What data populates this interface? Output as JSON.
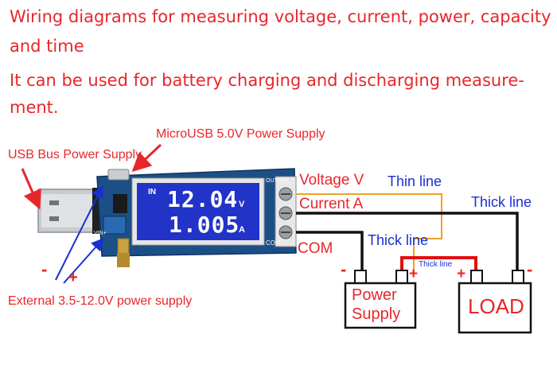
{
  "header": {
    "line1": "Wiring diagrams for measuring voltage, current, power, capacity",
    "line2": "and time",
    "line3": "It can be used for battery charging and discharging measure-",
    "line4": "ment."
  },
  "labels": {
    "microusb": "MicroUSB 5.0V Power Supply",
    "usb_bus": "USB Bus Power Supply",
    "external": "External 3.5-12.0V power supply",
    "ext_minus": "-",
    "ext_plus": "+",
    "voltage_v": "Voltage V",
    "current_a": "Current A",
    "com": "COM",
    "thin_line": "Thin line",
    "thick_line_right": "Thick line",
    "thick_line_mid": "Thick line",
    "thick_line_small": "Thick line"
  },
  "module": {
    "in_label": "IN",
    "voltage": "12.04",
    "voltage_unit": "V",
    "current": "1.005",
    "current_unit": "A",
    "out_label": "OUT+(V)",
    "com_label": "COM",
    "vin_label": "VIN+"
  },
  "power_supply": {
    "label_line1": "Power",
    "label_line2": "Supply",
    "minus": "-",
    "plus": "+"
  },
  "load": {
    "label": "LOAD",
    "plus": "+",
    "minus": "-"
  },
  "colors": {
    "text_red": "#e8262a",
    "text_blue": "#1a2fd0",
    "thin_wire": "#f0a020",
    "thick_wire": "#111111",
    "red_wire": "#e01010",
    "pcb": "#1c4f86",
    "lcd": "#2233c8"
  }
}
